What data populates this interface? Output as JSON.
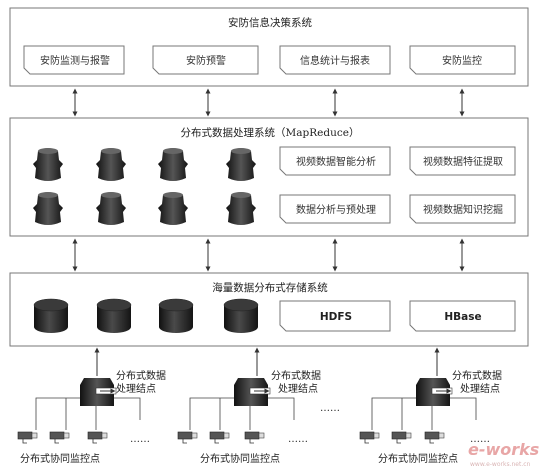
{
  "decision_layer": {
    "title": "安防信息决策系统",
    "boxes": [
      "安防监测与报警",
      "安防预警",
      "信息统计与报表",
      "安防监控"
    ]
  },
  "processing_layer": {
    "title": "分布式数据处理系统（MapReduce）",
    "boxes": [
      "视频数据智能分析",
      "视频数据特征提取",
      "数据分析与预处理",
      "视频数据知识挖掘"
    ]
  },
  "storage_layer": {
    "title": "海量数据分布式存储系统",
    "boxes": [
      "HDFS",
      "HBase"
    ]
  },
  "monitoring": {
    "node_label_line1": "分布式数据",
    "node_label_line2": "处理结点",
    "group_label": "分布式协同监控点",
    "ellipsis": "……",
    "camera_ellipsis": "……"
  },
  "watermark": {
    "brand": "e-works",
    "url": "www.e-works.net.cn"
  },
  "colors": {
    "line": "#555555",
    "box_border": "#777777",
    "device": "#2a2a2a",
    "watermark": "#e8a6a6"
  }
}
